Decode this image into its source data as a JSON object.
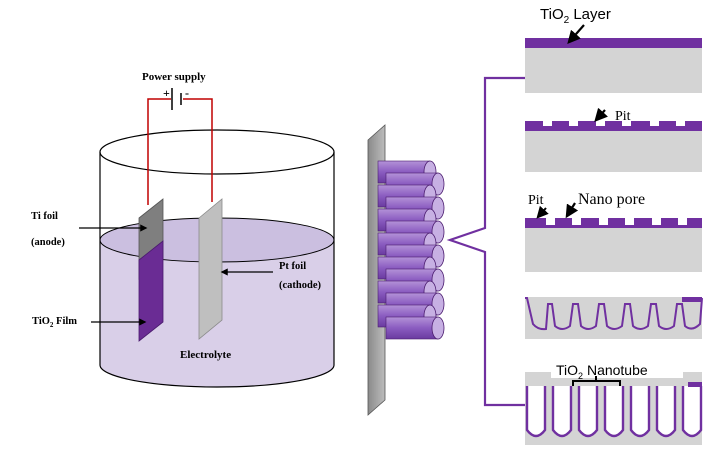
{
  "cell": {
    "power_supply": "Power supply",
    "plus": "+",
    "minus": "-",
    "ti_foil_line1": "Ti foil",
    "ti_foil_line2": "(anode)",
    "pt_foil_line1": "Pt foil",
    "pt_foil_line2": "(cathode)",
    "tio2_film_prefix": "TiO",
    "tio2_film_sub": "2",
    "tio2_film_suffix": " Film",
    "electrolyte": "Electrolyte"
  },
  "stages": {
    "layer_prefix": "TiO",
    "layer_sub": "2",
    "layer_suffix": " Layer",
    "pit": "Pit",
    "pit2": "Pit",
    "nano_pore": "Nano pore",
    "nanotube_prefix": "TiO",
    "nanotube_sub": "2",
    "nanotube_suffix": " Nanotube"
  },
  "colors": {
    "purple": "#7030a0",
    "purple_light": "#9b6dc6",
    "electrolyte": "#d9cfe8",
    "substrate": "#d4d4d4",
    "wire": "#c00000"
  }
}
